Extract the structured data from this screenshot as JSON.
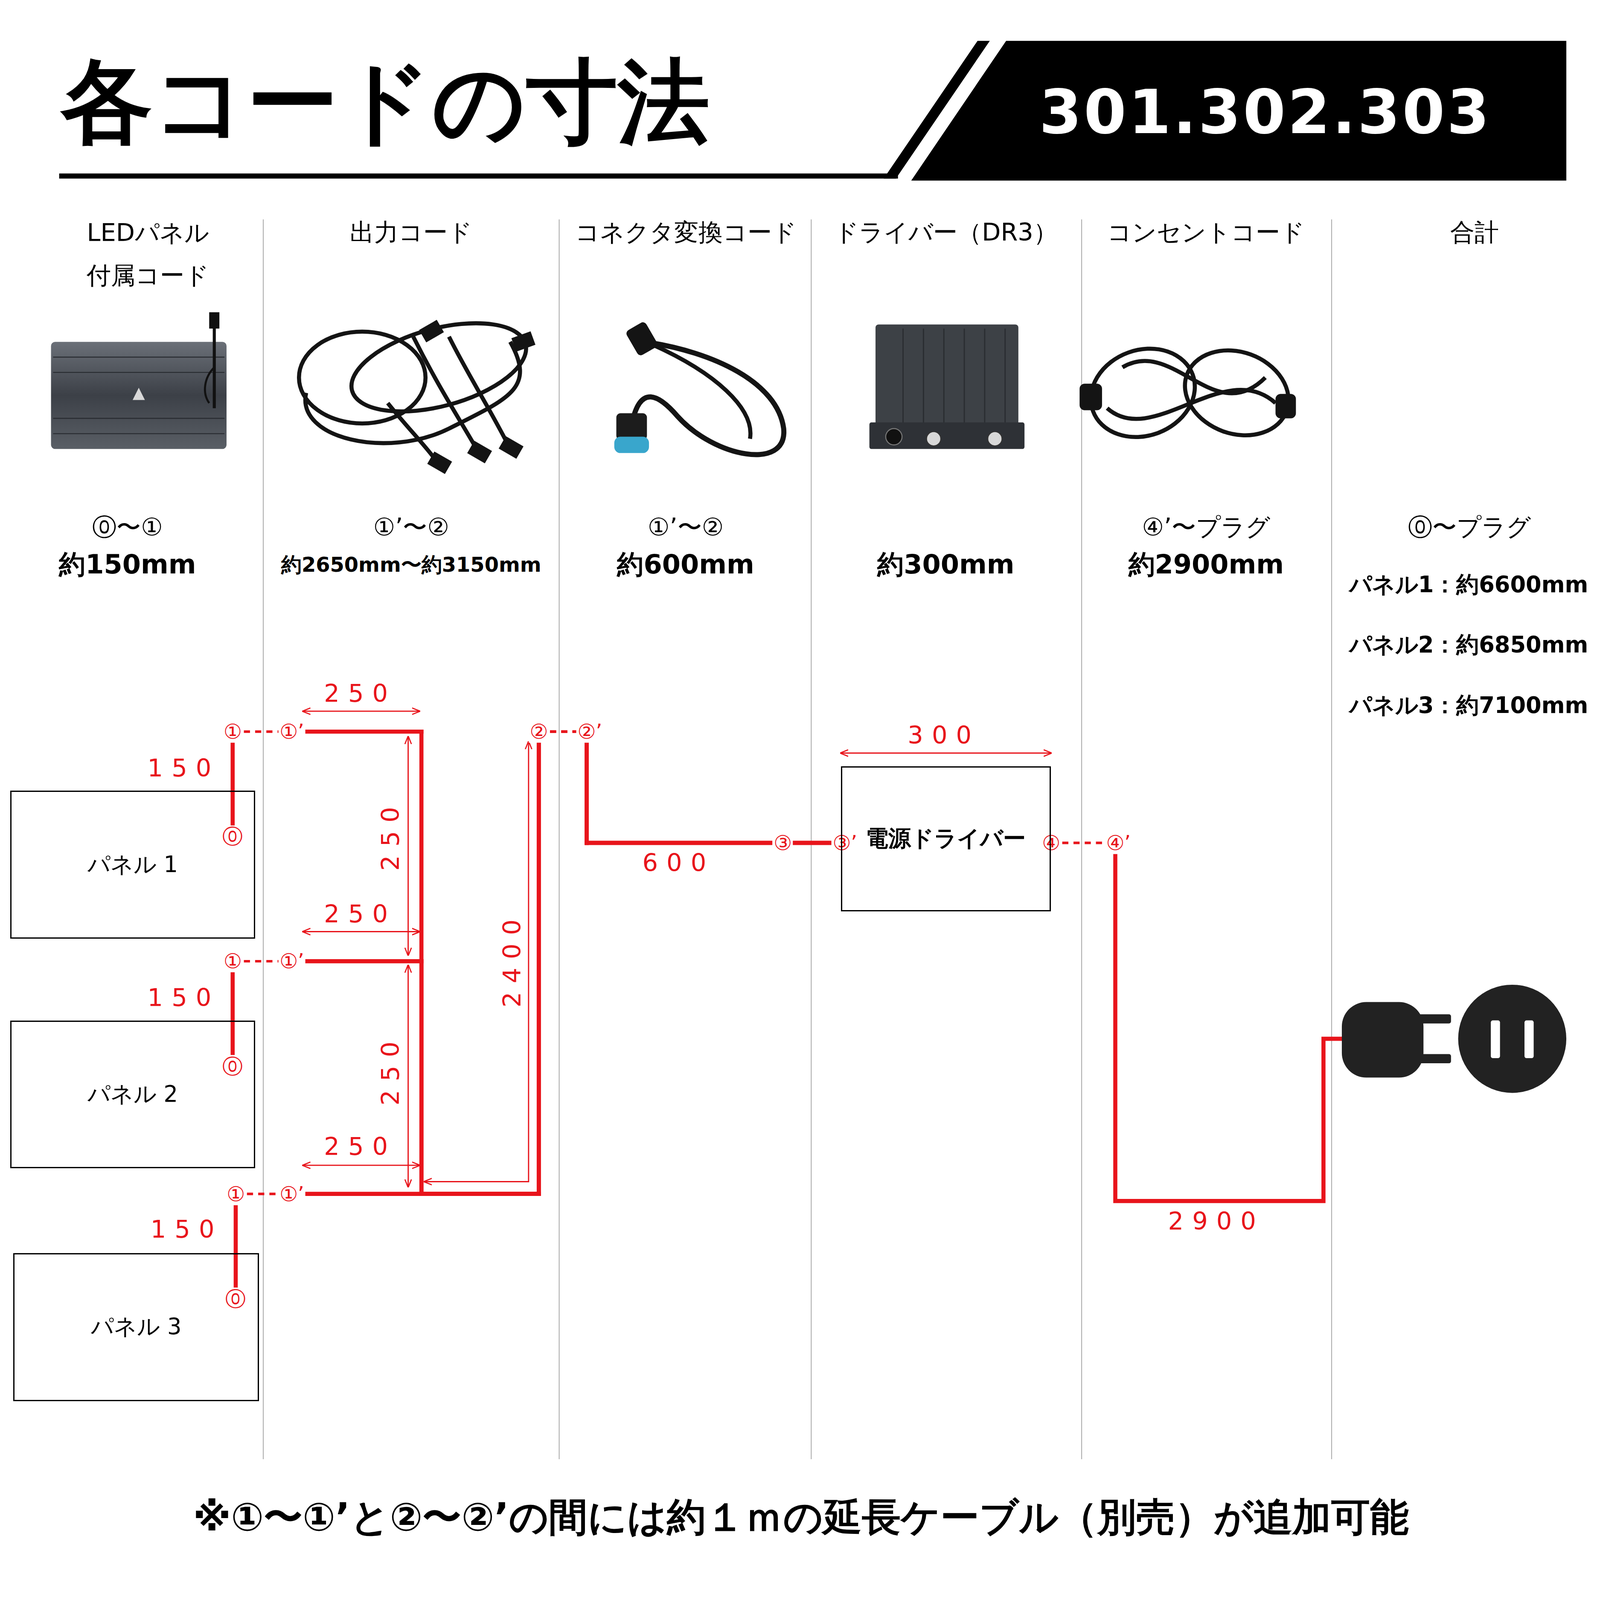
{
  "diagram": {
    "title": "各コードの寸法",
    "caption": "※①〜①’と②〜②’の間には約１ｍの延長ケーブル（別売）が追加可能",
    "nodes": [
      {
        "text": [
          "パネル 1"
        ]
      },
      {
        "text": [
          "パネル 2"
        ]
      },
      {
        "text": [
          "パネル 3"
        ]
      },
      {
        "text": [
          "電源ドライバー"
        ]
      }
    ],
    "edges": [
      {
        "from": 0,
        "to": 3,
        "arrow": "none"
      },
      {
        "from": 1,
        "to": 3,
        "arrow": "none"
      },
      {
        "from": 2,
        "to": 3,
        "arrow": "none"
      }
    ],
    "labels": [
      "301.302.303",
      "LEDパネル 付属コード",
      "出力コード",
      "コネクタ変換コード",
      "ドライバー（DR3）",
      "コンセントコード",
      "合計",
      "⓪〜①",
      "約150mm",
      "①’〜②",
      "約2650mm〜約3150mm",
      "①’〜②",
      "約600mm",
      "約300mm",
      "④’〜プラグ",
      "約2900mm",
      "⓪〜プラグ",
      "パネル1：約6600mm",
      "パネル2：約6850mm",
      "パネル3：約7100mm",
      "250",
      "250",
      "250",
      "250",
      "250",
      "150",
      "150",
      "150",
      "2400",
      "600",
      "300",
      "2900",
      "①",
      "①’",
      "⓪",
      "①",
      "①’",
      "⓪",
      "①",
      "①’",
      "⓪",
      "②",
      "②’",
      "③",
      "③’",
      "④",
      "④’"
    ]
  }
}
